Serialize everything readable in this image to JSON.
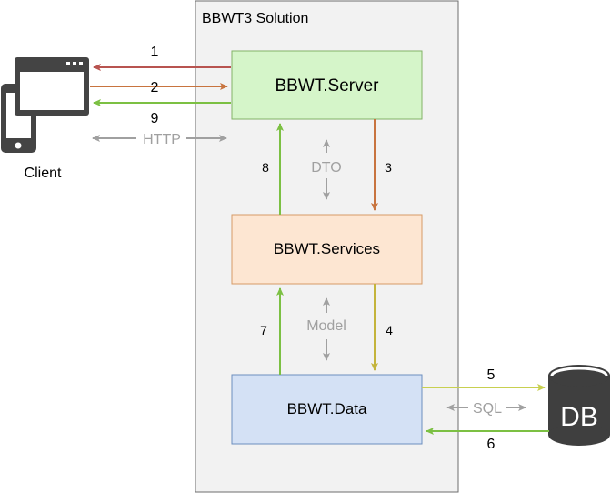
{
  "solution": {
    "title": "BBWT3 Solution"
  },
  "client": {
    "label": "Client"
  },
  "nodes": {
    "server": {
      "label": "BBWT.Server",
      "fill": "#d5f5c9",
      "stroke": "#82b366"
    },
    "services": {
      "label": "BBWT.Services",
      "fill": "#fde6d2",
      "stroke": "#d79b66"
    },
    "data": {
      "label": "BBWT.Data",
      "fill": "#d4e1f5",
      "stroke": "#6c8ebf"
    }
  },
  "database": {
    "label": "DB",
    "fill": "#3f3f3f"
  },
  "protocols": {
    "http": "HTTP",
    "dto": "DTO",
    "model": "Model",
    "sql": "SQL"
  },
  "steps": {
    "s1": "1",
    "s2": "2",
    "s3": "3",
    "s4": "4",
    "s5": "5",
    "s6": "6",
    "s7": "7",
    "s8": "8",
    "s9": "9"
  },
  "colors": {
    "request": "#b85450",
    "response_to_server": "#c8743f",
    "green": "#7cc043",
    "brown": "#c8743f",
    "olive": "#c4b43c",
    "sql_arrow": "#c8d050",
    "gray": "#a0a0a0",
    "panel": "#f2f2f2"
  }
}
